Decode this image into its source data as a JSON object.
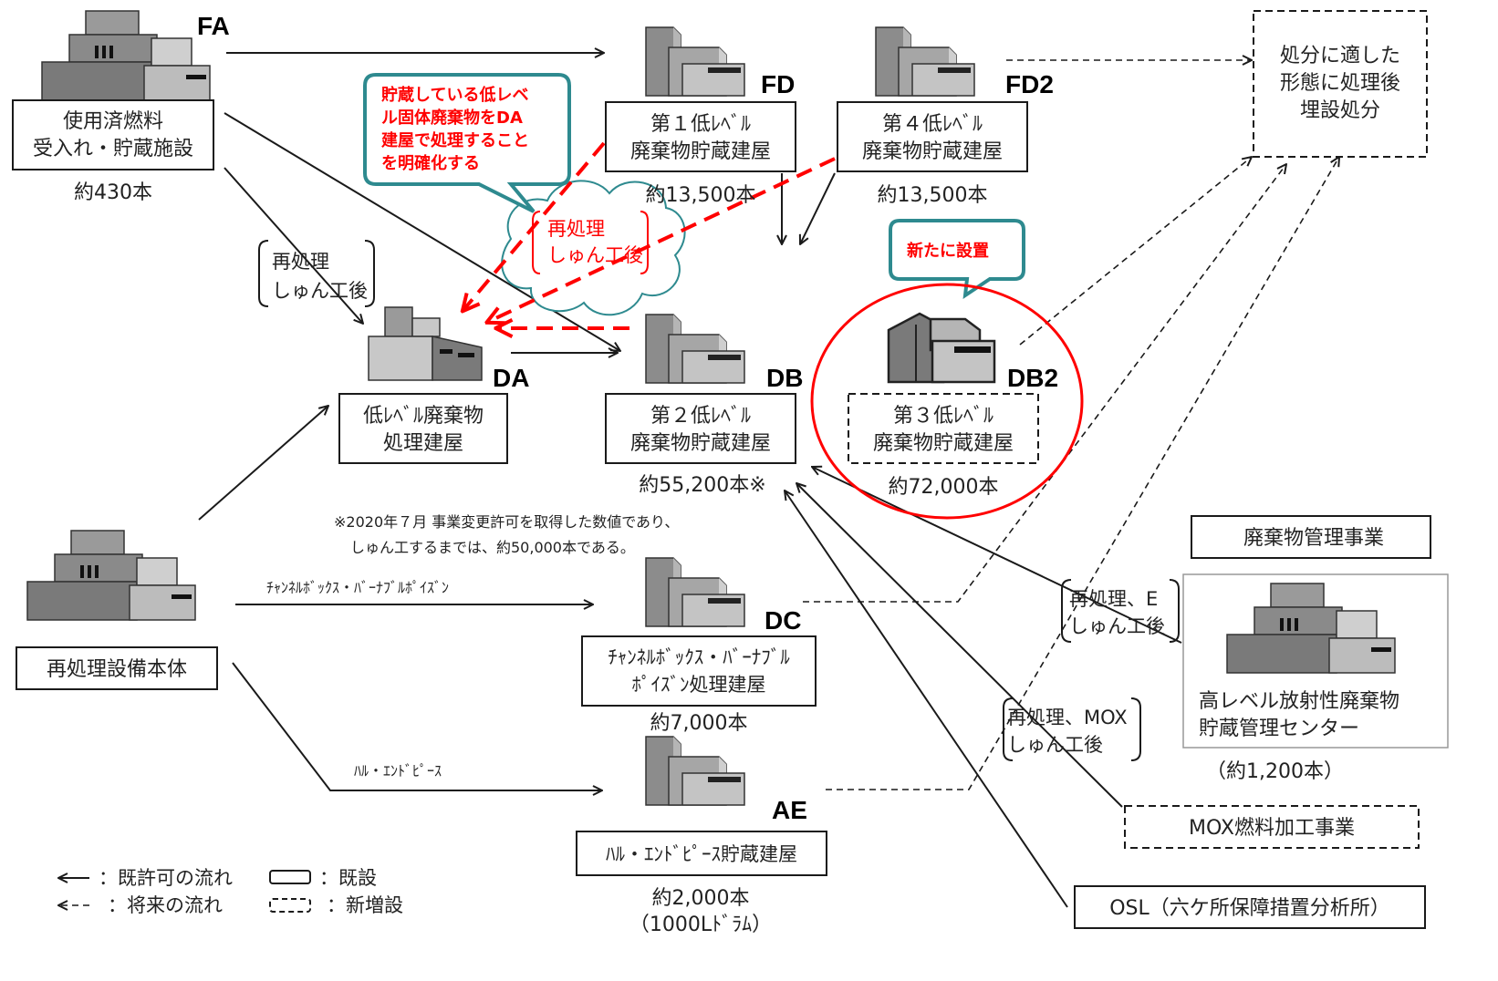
{
  "facilities": {
    "fa": {
      "code": "FA",
      "name_line1": "使用済燃料",
      "name_line2": "受入れ・貯蔵施設",
      "count": "約430本"
    },
    "fd": {
      "code": "FD",
      "name_line1": "第１低ﾚﾍﾞﾙ",
      "name_line2": "廃棄物貯蔵建屋",
      "count": "約13,500本"
    },
    "fd2": {
      "code": "FD2",
      "name_line1": "第４低ﾚﾍﾞﾙ",
      "name_line2": "廃棄物貯蔵建屋",
      "count": "約13,500本"
    },
    "da": {
      "code": "DA",
      "name_line1": "低ﾚﾍﾞﾙ廃棄物",
      "name_line2": "処理建屋"
    },
    "db": {
      "code": "DB",
      "name_line1": "第２低ﾚﾍﾞﾙ",
      "name_line2": "廃棄物貯蔵建屋",
      "count": "約55,200本※"
    },
    "db2": {
      "code": "DB2",
      "name_line1": "第３低ﾚﾍﾞﾙ",
      "name_line2": "廃棄物貯蔵建屋",
      "count": "約72,000本"
    },
    "dc": {
      "code": "DC",
      "name_line1": "ﾁｬﾝﾈﾙﾎﾞｯｸｽ・ﾊﾞｰﾅﾌﾞﾙ",
      "name_line2": "ﾎﾟｲｽﾞﾝ処理建屋",
      "count": "約7,000本"
    },
    "ae": {
      "code": "AE",
      "name_line1": "ﾊﾙ・ｴﾝﾄﾞﾋﾟｰｽ貯蔵建屋",
      "count": "約2,000本",
      "count2": "（1000Lﾄﾞﾗﾑ）"
    },
    "main": {
      "name": "再処理設備本体"
    },
    "disposal": {
      "line1": "処分に適した",
      "line2": "形態に処理後",
      "line3": "埋設処分"
    },
    "hlw": {
      "line1": "高レベル放射性廃棄物",
      "line2": "貯蔵管理センター",
      "count": "（約1,200本）"
    },
    "waste_mgmt": {
      "name": "廃棄物管理事業"
    },
    "mox": {
      "name": "MOX燃料加工事業"
    },
    "osl": {
      "name": "OSL（六ケ所保障措置分析所）"
    }
  },
  "labels": {
    "after_completion_line1": "再処理",
    "after_completion_line2": "しゅん工後",
    "red_after_line1": "再処理",
    "red_after_line2": "しゅん工後",
    "channel_flow": "ﾁｬﾝﾈﾙﾎﾞｯｸｽ・ﾊﾞｰﾅﾌﾞﾙﾎﾟｲｽﾞﾝ",
    "hull_flow": "ﾊﾙ・ｴﾝﾄﾞﾋﾟｰｽ",
    "reproc_e_line1": "再処理、E",
    "reproc_e_line2": "しゅん工後",
    "reproc_mox_line1": "再処理、MOX",
    "reproc_mox_line2": "しゅん工後",
    "note_line1": "※2020年７月  事業変更許可を取得した数値であり、",
    "note_line2": "しゅん工するまでは、約50,000本である。"
  },
  "callouts": {
    "clarify_line1": "貯蔵している低レベ",
    "clarify_line2": "ル固体廃棄物をDA",
    "clarify_line3": "建屋で処理すること",
    "clarify_line4": "を明確化する",
    "new_install": "新たに設置"
  },
  "legend": {
    "solid_arrow": "：既許可の流れ",
    "dashed_arrow": "：将来の流れ",
    "solid_box": "：既設",
    "dashed_box": "：新増設"
  },
  "colors": {
    "accent_red": "#ff0000",
    "callout_border": "#2e8a8f",
    "building_dark": "#7f7f7f",
    "building_light": "#bfbfbf"
  }
}
